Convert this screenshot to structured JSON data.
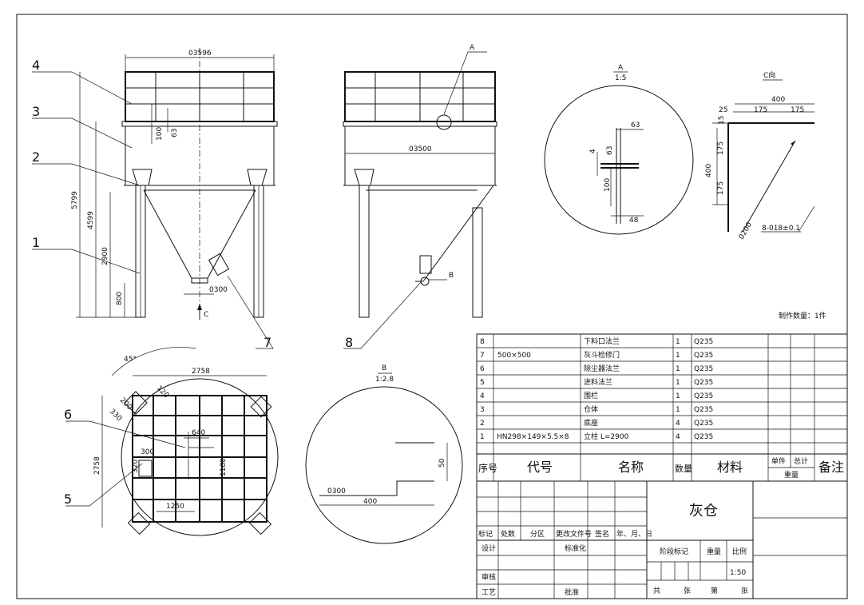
{
  "labels": {
    "callouts": [
      "1",
      "2",
      "3",
      "4",
      "5",
      "6",
      "7",
      "8"
    ],
    "view_c": "C",
    "view_c_title": "C向",
    "detail_a": "A",
    "detail_a_scale": "1:5",
    "detail_b": "B",
    "detail_b_scale": "1:2.8",
    "callout_a": "A",
    "callout_b": "B",
    "production_qty": "制作数量：1件"
  },
  "dimensions": {
    "front": {
      "width_top": "03596",
      "h_total": "5799",
      "h_bin": "4599",
      "h_col": "2900",
      "h_base": "800",
      "d100": "100",
      "d63": "63",
      "d300": "0300"
    },
    "side": {
      "width": "03500"
    },
    "plan": {
      "ang": "45°",
      "w_top": "2758",
      "h_left": "2758",
      "d640": "640",
      "d1250": "1250",
      "d300": "300",
      "d320": "320",
      "d1180": "1180",
      "d120": "120",
      "d200": "200",
      "d330": "330"
    },
    "detail_a": {
      "d63a": "63",
      "d63b": "63",
      "d4": "4",
      "d100": "100",
      "d48": "48"
    },
    "view_c": {
      "d400": "400",
      "d25": "25",
      "d175a": "175",
      "d175b": "175",
      "d15": "15",
      "d175c": "175",
      "d400v": "400",
      "d175d": "175",
      "d200": "0200",
      "bolts": "8-018±0.1"
    },
    "detail_b": {
      "d300": "0300",
      "d400": "400",
      "d50": "50"
    }
  },
  "parts_table": {
    "rows": [
      {
        "no": "8",
        "code": "",
        "name": "下料口法兰",
        "qty": "1",
        "material": "Q235"
      },
      {
        "no": "7",
        "code": "500×500",
        "name": "灰斗检修门",
        "qty": "1",
        "material": "Q235"
      },
      {
        "no": "6",
        "code": "",
        "name": "除尘器法兰",
        "qty": "1",
        "material": "Q235"
      },
      {
        "no": "5",
        "code": "",
        "name": "进料法兰",
        "qty": "1",
        "material": "Q235"
      },
      {
        "no": "4",
        "code": "",
        "name": "围栏",
        "qty": "1",
        "material": "Q235"
      },
      {
        "no": "3",
        "code": "",
        "name": "仓体",
        "qty": "1",
        "material": "Q235"
      },
      {
        "no": "2",
        "code": "",
        "name": "底座",
        "qty": "4",
        "material": "Q235"
      },
      {
        "no": "1",
        "code": "HN298×149×5.5×8",
        "name": "立柱  L=2900",
        "qty": "4",
        "material": "Q235"
      }
    ],
    "header": {
      "no": "序号",
      "code": "代号",
      "name": "名称",
      "qty": "数量",
      "material": "材料",
      "unit": "单件",
      "total": "总计",
      "weight": "重量",
      "remark": "备注"
    }
  },
  "title_block": {
    "drawing_name": "灰仓",
    "rev_header": [
      "标记",
      "处数",
      "分区",
      "更改文件号",
      "签名",
      "年、月、日"
    ],
    "design": "设计",
    "standard": "标准化",
    "review": "审核",
    "process": "工艺",
    "approve": "批准",
    "stage": "阶段标记",
    "weight": "重量",
    "scale_label": "比例",
    "scale": "1:50",
    "sheets": [
      "共",
      "张",
      "第",
      "张"
    ]
  }
}
